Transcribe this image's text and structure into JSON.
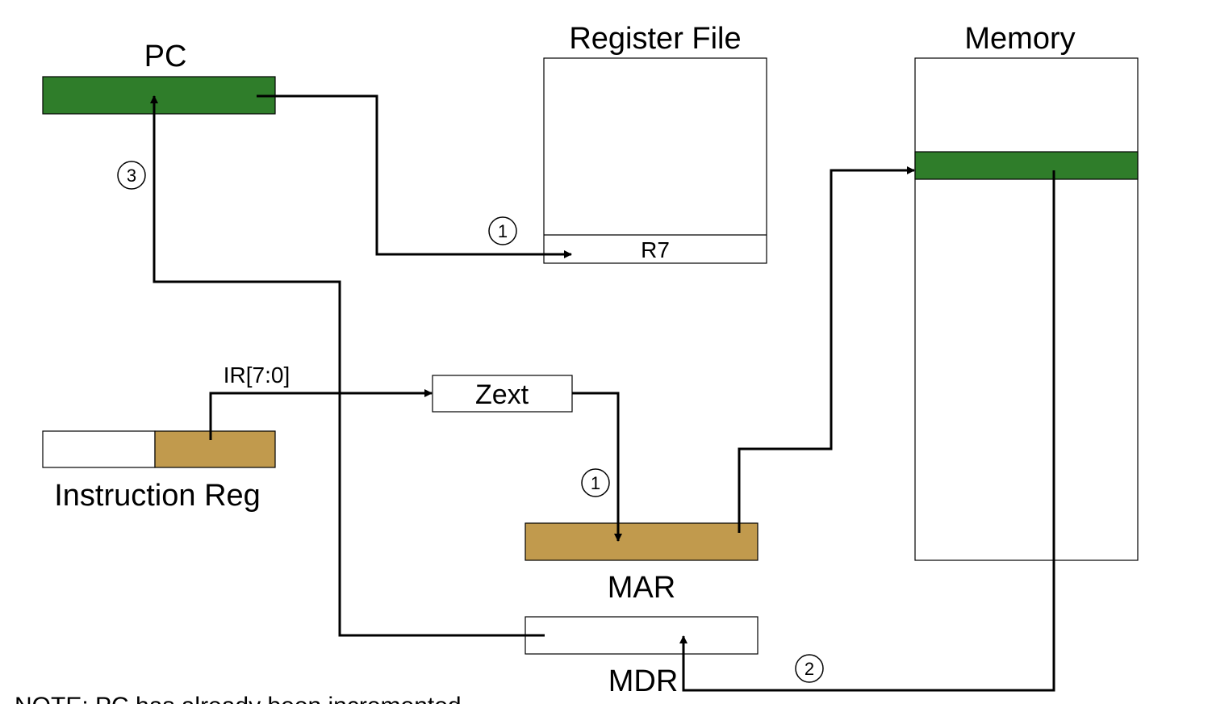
{
  "labels": {
    "pc": "PC",
    "register_file": "Register File",
    "memory": "Memory",
    "r7": "R7",
    "zext": "Zext",
    "ir_field": "IR[7:0]",
    "instruction_reg": "Instruction Reg",
    "mar": "MAR",
    "mdr": "MDR",
    "note": "NOTE: PC has already been incremented"
  },
  "steps": {
    "pc_to_r7": "1",
    "zext_to_mar": "1",
    "memory_to_mdr": "2",
    "mdr_to_pc": "3"
  },
  "colors": {
    "register_green": "#2f7d2a",
    "field_tan": "#c19a4d",
    "outline": "#000000",
    "background": "#ffffff"
  }
}
